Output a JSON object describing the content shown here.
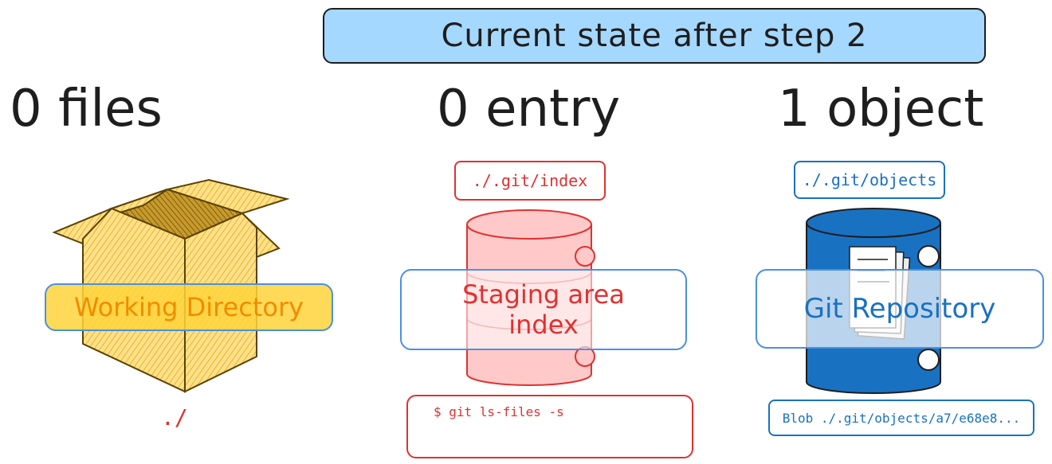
{
  "title": "Current state after step 2",
  "columns": {
    "working": {
      "count": "0 files",
      "label": "Working Directory",
      "path": "./"
    },
    "staging": {
      "count": "0 entry",
      "path": "./.git/index",
      "label_line1": "Staging area",
      "label_line2": "index",
      "command": "$ git ls-files -s"
    },
    "repo": {
      "count": "1 object",
      "path": "./.git/objects",
      "label": "Git Repository",
      "object": "Blob ./.git/objects/a7/e68e8..."
    }
  },
  "colors": {
    "title_fill": "#a5d8ff",
    "box_fill": "#ffd43b",
    "box_stroke": "#7a5a00",
    "staging_fill": "#ffc9c9",
    "staging_text": "#e03131",
    "repo_fill": "#1971c2",
    "repo_text": "#1971c2",
    "label_border": "#4a90e2",
    "working_label_text": "#f08c00"
  },
  "icons": {
    "working": "open-cardboard-box-icon",
    "staging": "database-cylinder-icon",
    "repo": "database-cylinder-icon",
    "documents": "document-stack-icon"
  }
}
